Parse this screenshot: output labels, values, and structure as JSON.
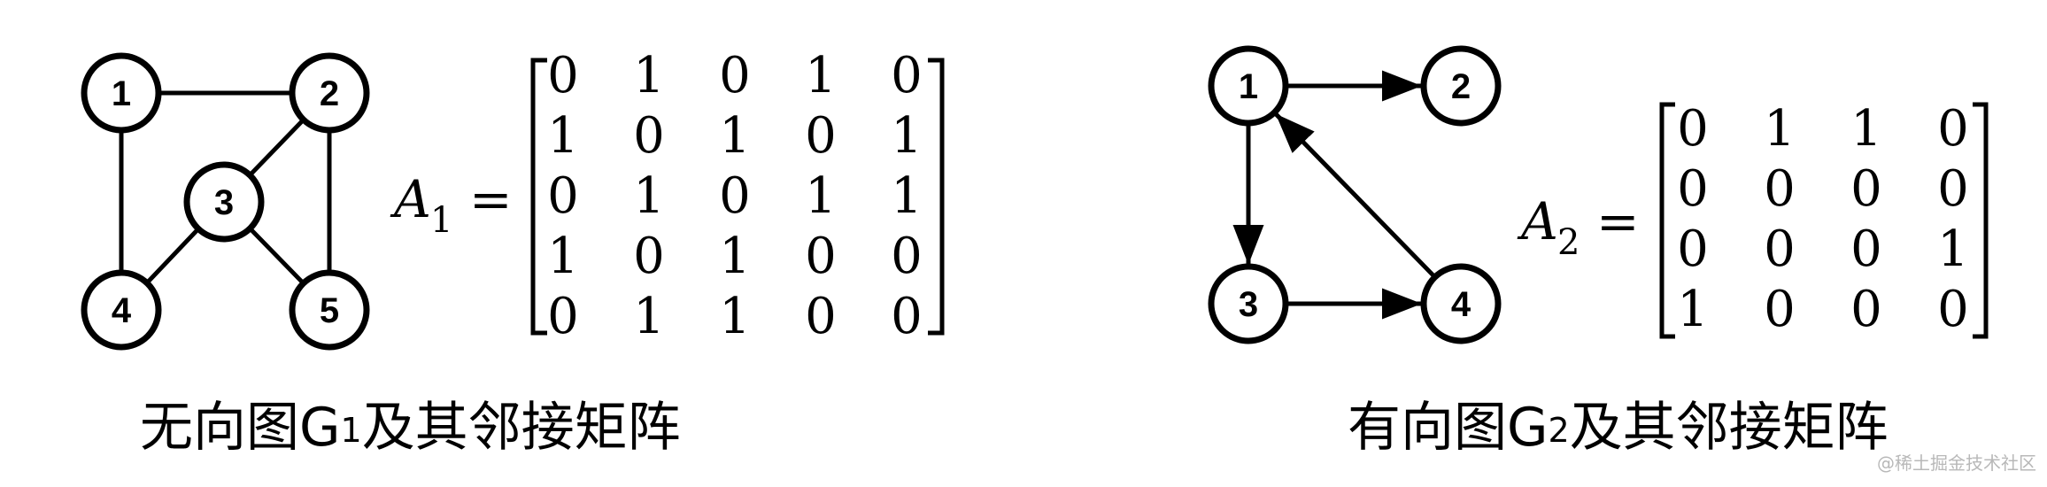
{
  "graph1": {
    "nodes": [
      {
        "id": "1",
        "label": "1"
      },
      {
        "id": "2",
        "label": "2"
      },
      {
        "id": "3",
        "label": "3"
      },
      {
        "id": "4",
        "label": "4"
      },
      {
        "id": "5",
        "label": "5"
      }
    ],
    "edges": [
      [
        "1",
        "2"
      ],
      [
        "1",
        "4"
      ],
      [
        "2",
        "3"
      ],
      [
        "2",
        "5"
      ],
      [
        "3",
        "4"
      ],
      [
        "3",
        "5"
      ]
    ],
    "directed": false,
    "matrix_name": "A",
    "matrix_subscript": "1",
    "equals": "=",
    "matrix": [
      [
        "0",
        "1",
        "0",
        "1",
        "0"
      ],
      [
        "1",
        "0",
        "1",
        "0",
        "1"
      ],
      [
        "0",
        "1",
        "0",
        "1",
        "1"
      ],
      [
        "1",
        "0",
        "1",
        "0",
        "0"
      ],
      [
        "0",
        "1",
        "1",
        "0",
        "0"
      ]
    ],
    "caption_prefix": "无向图G",
    "caption_sub": "1",
    "caption_suffix": "及其邻接矩阵"
  },
  "graph2": {
    "nodes": [
      {
        "id": "1",
        "label": "1"
      },
      {
        "id": "2",
        "label": "2"
      },
      {
        "id": "3",
        "label": "3"
      },
      {
        "id": "4",
        "label": "4"
      }
    ],
    "edges": [
      [
        "1",
        "2"
      ],
      [
        "1",
        "3"
      ],
      [
        "3",
        "4"
      ],
      [
        "4",
        "1"
      ]
    ],
    "directed": true,
    "matrix_name": "A",
    "matrix_subscript": "2",
    "equals": "=",
    "matrix": [
      [
        "0",
        "1",
        "1",
        "0"
      ],
      [
        "0",
        "0",
        "0",
        "0"
      ],
      [
        "0",
        "0",
        "0",
        "1"
      ],
      [
        "1",
        "0",
        "0",
        "0"
      ]
    ],
    "caption_prefix": "有向图G",
    "caption_sub": "2",
    "caption_suffix": "及其邻接矩阵"
  },
  "watermark": "@稀土掘金技术社区"
}
